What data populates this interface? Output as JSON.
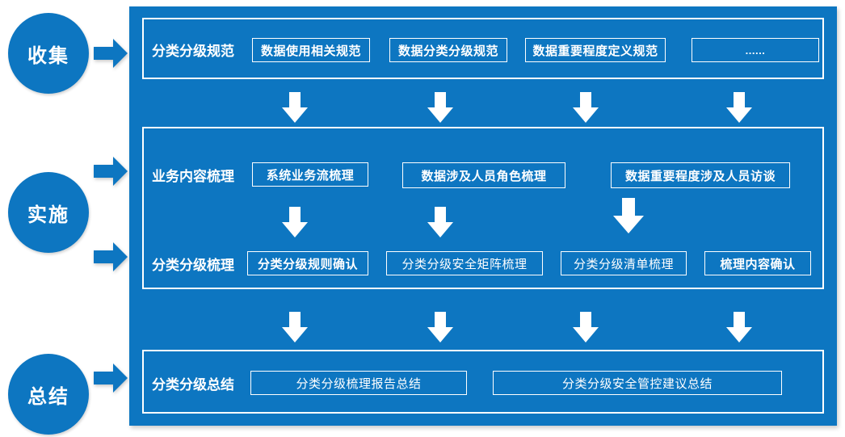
{
  "colors": {
    "panel_blue": "#0D76C1",
    "arrow_blue": "#0D76C1",
    "circle_blue": "#0D76C1",
    "text_white": "#FFFFFF",
    "page_background": "#FFFFFF"
  },
  "stages": [
    {
      "id": "collect",
      "label": "收集"
    },
    {
      "id": "implement",
      "label": "实施"
    },
    {
      "id": "summary",
      "label": "总结"
    }
  ],
  "icons": {
    "stage_arrow": "arrow-right-icon",
    "flow_arrow": "arrow-down-icon"
  },
  "rows": [
    {
      "id": "spec",
      "label": "分类分级规范",
      "items": [
        {
          "text": "数据使用相关规范",
          "weight": "bold"
        },
        {
          "text": "数据分类分级规范",
          "weight": "bold"
        },
        {
          "text": "数据重要程度定义规范",
          "weight": "bold"
        },
        {
          "text": "......",
          "weight": "bold"
        }
      ]
    },
    {
      "id": "business",
      "label": "业务内容梳理",
      "items": [
        {
          "text": "系统业务流梳理",
          "weight": "bold"
        },
        {
          "text": "数据涉及人员角色梳理",
          "weight": "bold"
        },
        {
          "text": "数据重要程度涉及人员访谈",
          "weight": "bold"
        }
      ]
    },
    {
      "id": "classify",
      "label": "分类分级梳理",
      "items": [
        {
          "text": "分类分级规则确认",
          "weight": "bold"
        },
        {
          "text": "分类分级安全矩阵梳理",
          "weight": "normal"
        },
        {
          "text": "分类分级清单梳理",
          "weight": "normal"
        },
        {
          "text": "梳理内容确认",
          "weight": "bold"
        }
      ]
    },
    {
      "id": "conclusion",
      "label": "分类分级总结",
      "items": [
        {
          "text": "分类分级梳理报告总结",
          "weight": "normal"
        },
        {
          "text": "分类分级安全管控建议总结",
          "weight": "normal"
        }
      ]
    }
  ],
  "flow_arrow_groups": [
    {
      "id": "spec-to-business",
      "count": 4
    },
    {
      "id": "business-to-classify",
      "count": 3
    },
    {
      "id": "classify-to-conclusion",
      "count": 4
    }
  ]
}
